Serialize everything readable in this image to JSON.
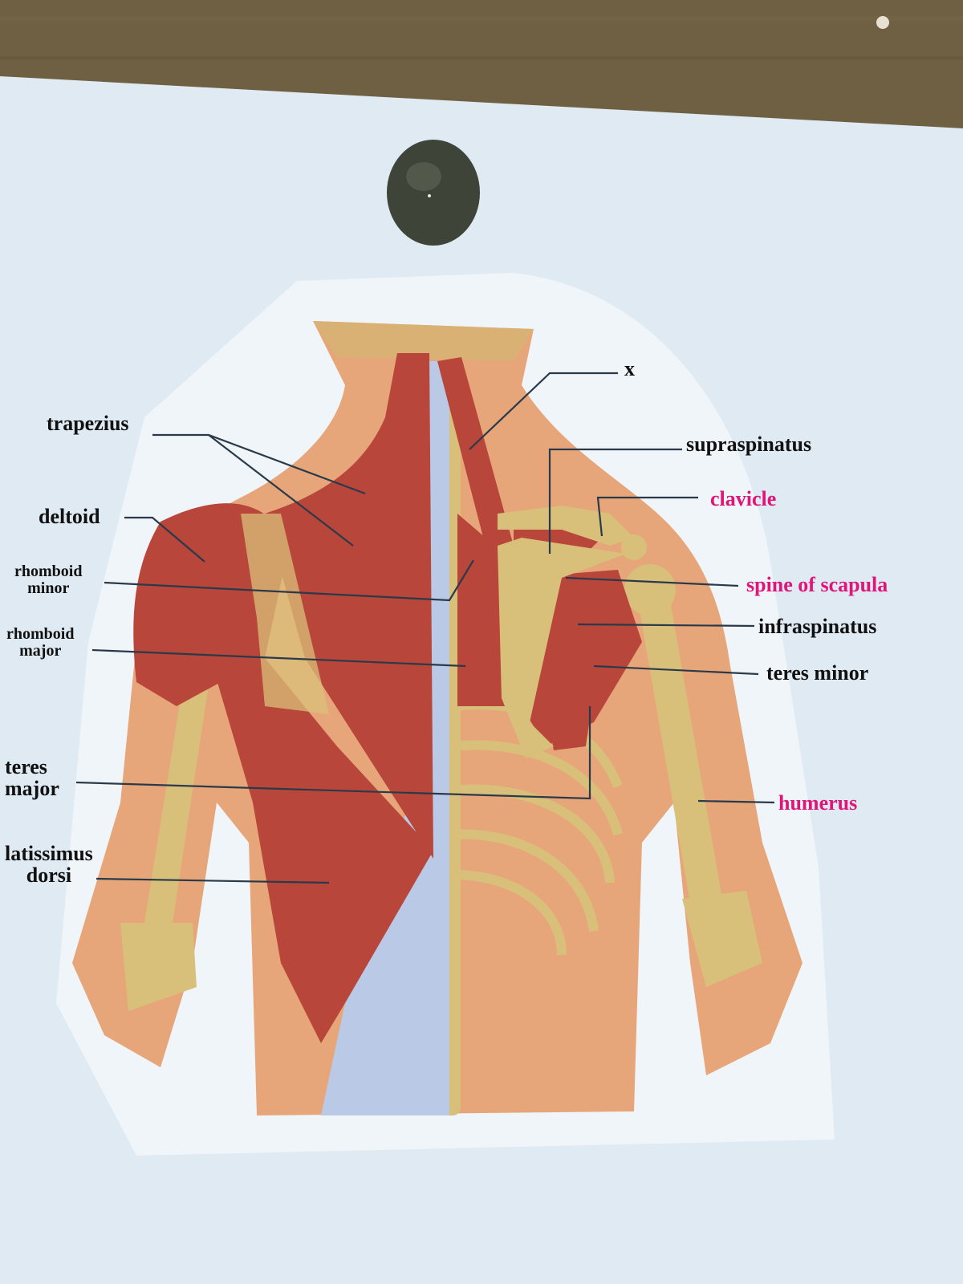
{
  "colors": {
    "muscle_label": "#111111",
    "bone_label": "#e0157a",
    "muscle": "#b8463a",
    "bone": "#d9c07a",
    "skin": "#e7a679",
    "paper": "#dfeaf3",
    "wood": "#6f5f43"
  },
  "icons": {
    "pin": "push-pin-icon"
  },
  "labels": {
    "x": "x",
    "trapezius": "trapezius",
    "supraspinatus": "supraspinatus",
    "clavicle": "clavicle",
    "deltoid": "deltoid",
    "rhomboid_minor": "rhomboid\nminor",
    "spine_of_scapula": "spine of scapula",
    "rhomboid_major": "rhomboid\nmajor",
    "infraspinatus": "infraspinatus",
    "teres_minor": "teres minor",
    "teres_major": "teres\nmajor",
    "humerus": "humerus",
    "latissimus_dorsi": "latissimus\ndorsi"
  }
}
